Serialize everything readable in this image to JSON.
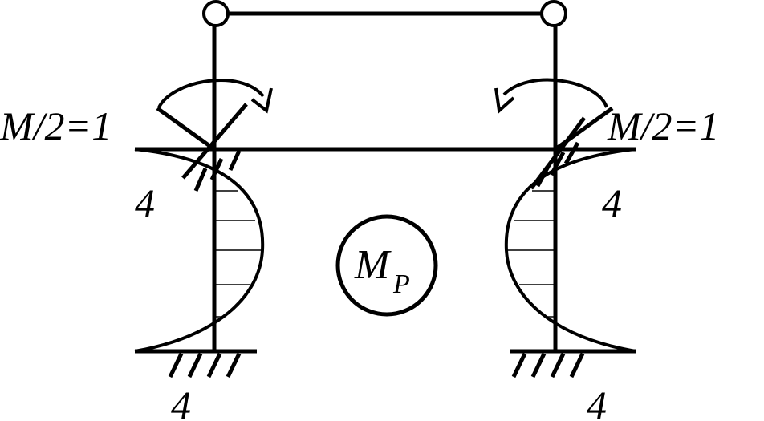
{
  "labels": {
    "left_moment": "M/2=1",
    "right_moment": "M/2=1",
    "left_mid_value": "4",
    "right_mid_value": "4",
    "left_base_value": "4",
    "right_base_value": "4",
    "diagram_symbol_main": "M",
    "diagram_symbol_sub": "P"
  },
  "colors": {
    "line": "#000000",
    "background": "#ffffff"
  },
  "icons": [
    "hinge-icon",
    "fixed-support-icon",
    "moment-arrow-icon"
  ]
}
